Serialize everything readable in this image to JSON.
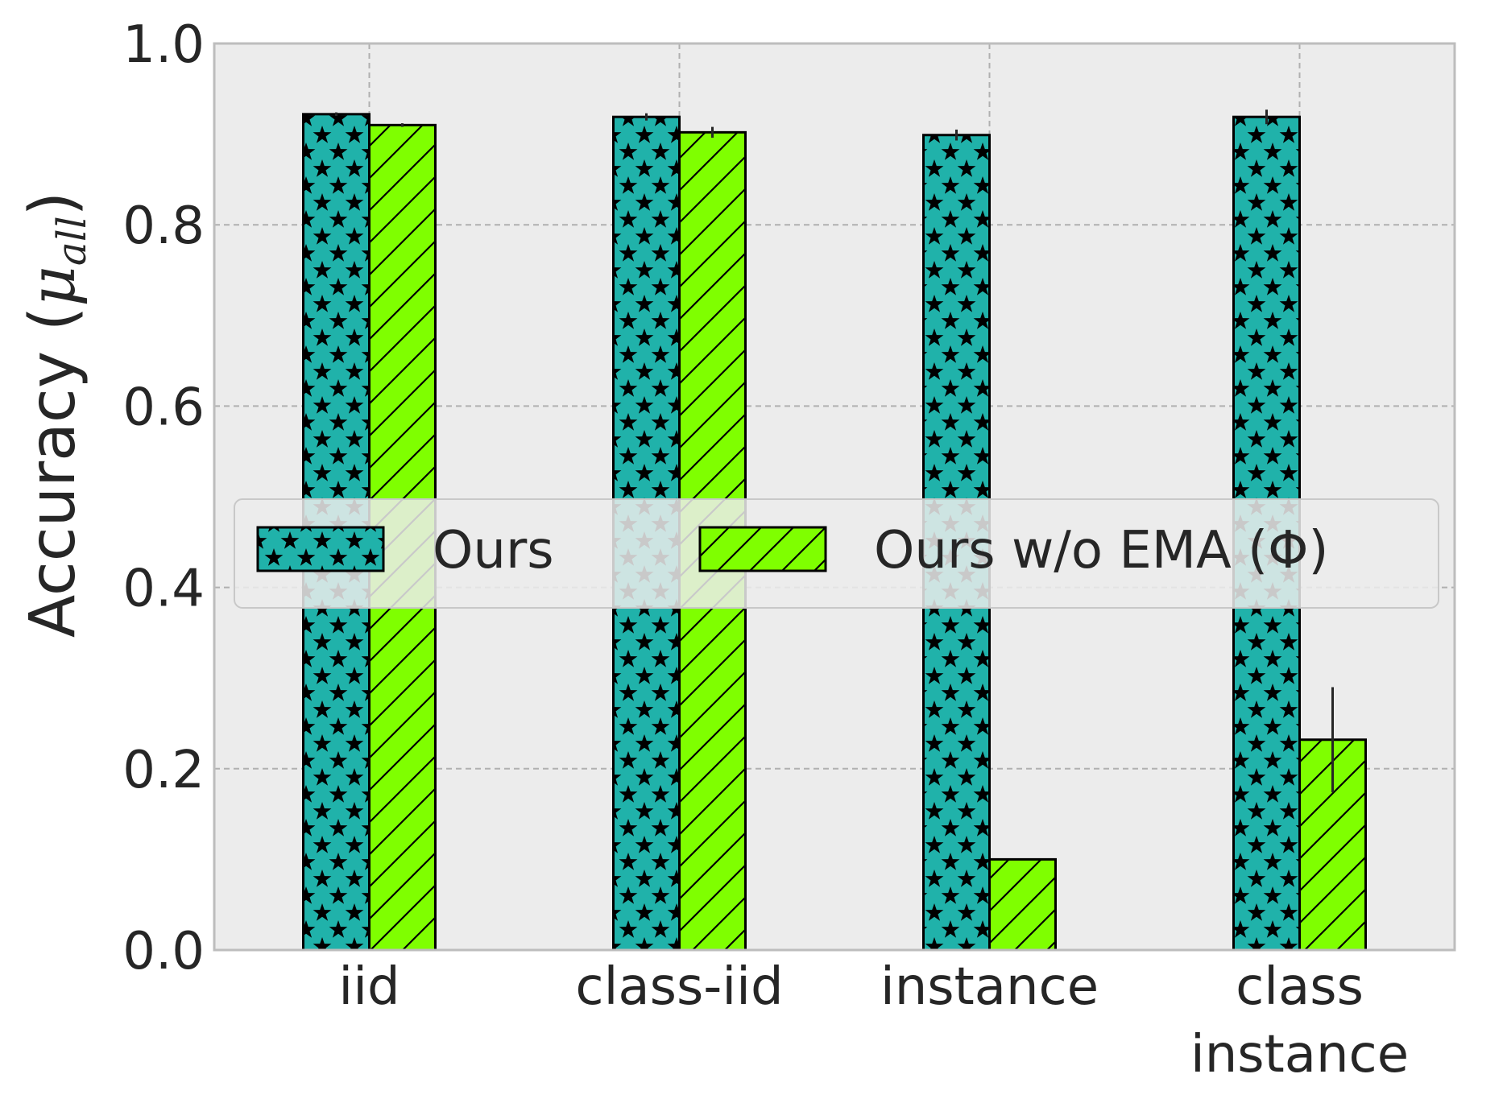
{
  "chart_data": {
    "type": "bar",
    "categories": [
      "iid",
      "class-iid",
      "instance",
      "class\ninstance"
    ],
    "series": [
      {
        "name": "Ours",
        "values": [
          0.922,
          0.919,
          0.899,
          0.919
        ],
        "errors": [
          0.002,
          0.004,
          0.006,
          0.008
        ],
        "color": "#20b2aa",
        "hatch": "stars"
      },
      {
        "name": "Ours w/o EMA (Φ)",
        "values": [
          0.91,
          0.902,
          0.1,
          0.232
        ],
        "errors": [
          0.002,
          0.006,
          0.0,
          0.058
        ],
        "color": "#7fff00",
        "hatch": "diagonal"
      }
    ],
    "ylabel": "Accuracy (μ_all)",
    "ylabel_main": "Accuracy (",
    "ylabel_symbol": "μ",
    "ylabel_subscript": "all",
    "ylabel_close": ")",
    "ylim": [
      0.0,
      1.0
    ],
    "yticks": [
      "0.0",
      "0.2",
      "0.4",
      "0.6",
      "0.8",
      "1.0"
    ],
    "grid": true,
    "legend_position": "center",
    "background": "#ececec"
  }
}
